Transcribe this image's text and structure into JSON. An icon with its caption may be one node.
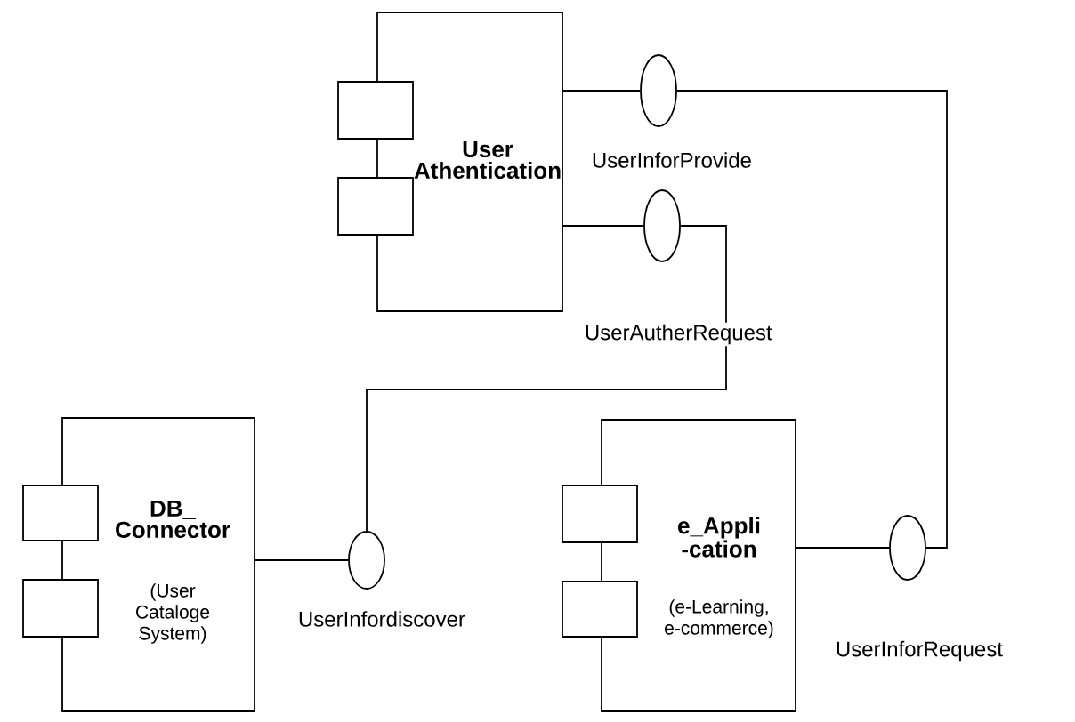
{
  "diagram": {
    "nodes": [
      {
        "text": [
          "User Athentication"
        ]
      },
      {
        "text": [],
        "shape": "circle",
        "beside": [
          "UserInforProvide"
        ]
      },
      {
        "text": [],
        "shape": "circle"
      },
      {
        "text": [
          "DB_ Connector",
          "(User Cataloge System)"
        ]
      },
      {
        "text": [],
        "shape": "circle",
        "beside": [
          "UserInfordiscover"
        ]
      },
      {
        "text": [
          "e_Appli -cation",
          "(e-Learning, e-commerce)"
        ]
      },
      {
        "text": [],
        "shape": "circle",
        "beside": [
          "UserInforRequest"
        ]
      }
    ],
    "edges": [
      {
        "from": 0,
        "to": 1,
        "arrow": "none"
      },
      {
        "from": 1,
        "to": 6,
        "arrow": "none"
      },
      {
        "from": 6,
        "to": 5,
        "arrow": "none"
      },
      {
        "from": 0,
        "to": 2,
        "arrow": "none"
      },
      {
        "from": 2,
        "to": 4,
        "arrow": "none"
      },
      {
        "from": 4,
        "to": 3,
        "arrow": "none"
      }
    ],
    "labels": [
      "UserAutherRequest"
    ]
  }
}
